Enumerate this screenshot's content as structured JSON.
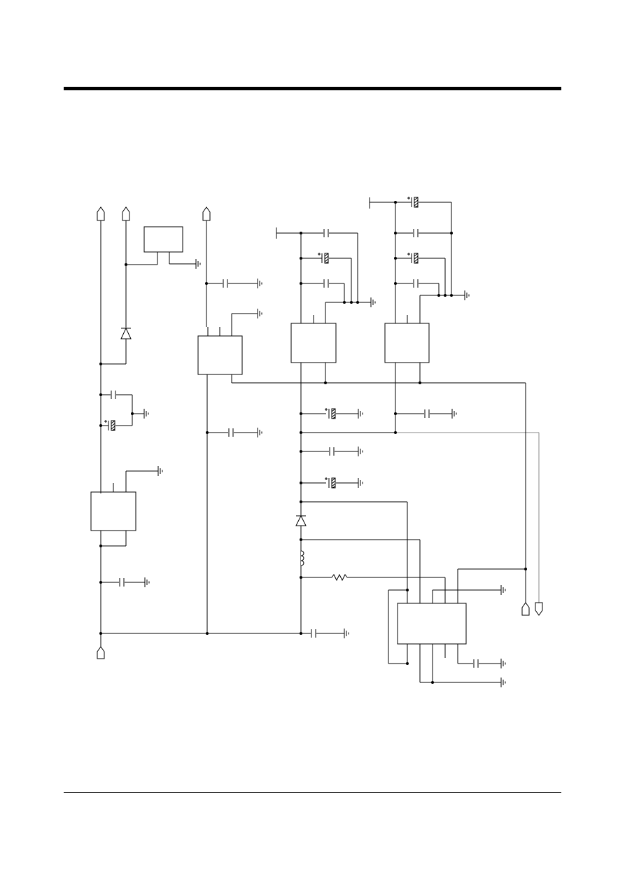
{
  "page": {
    "header_rule": "thick-horizontal-rule",
    "footer_rule": "thin-horizontal-rule"
  },
  "schematic": {
    "components": {
      "ic_blocks": 6,
      "capacitors": 13,
      "polarized_capacitors": 7,
      "diodes": 2,
      "inductors": 1,
      "resistors": 1,
      "ground_symbols": 18,
      "connectors": 6
    },
    "colors": {
      "ink": "#000000",
      "secondary_wire": "#888888",
      "background": "#ffffff"
    }
  }
}
